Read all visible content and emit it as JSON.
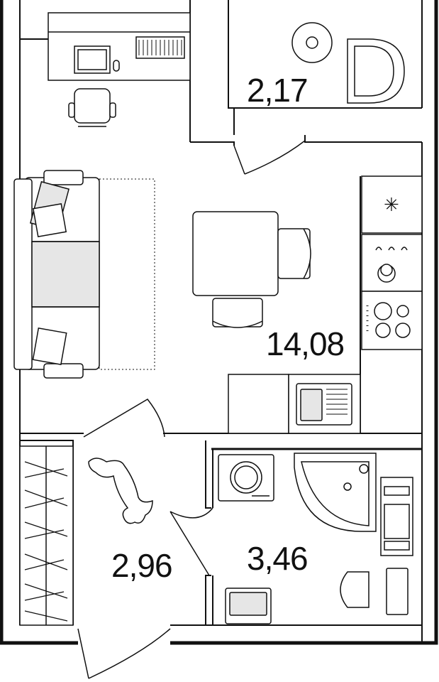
{
  "rooms": [
    {
      "id": "bathroom-small",
      "area": "2,17"
    },
    {
      "id": "living-room",
      "area": "14,08"
    },
    {
      "id": "hallway",
      "area": "2,96"
    },
    {
      "id": "bathroom",
      "area": "3,46"
    }
  ],
  "fridge_symbol": "✳",
  "colors": {
    "wall": "#111111",
    "background": "#ffffff",
    "fill": "#e6e6e6"
  }
}
